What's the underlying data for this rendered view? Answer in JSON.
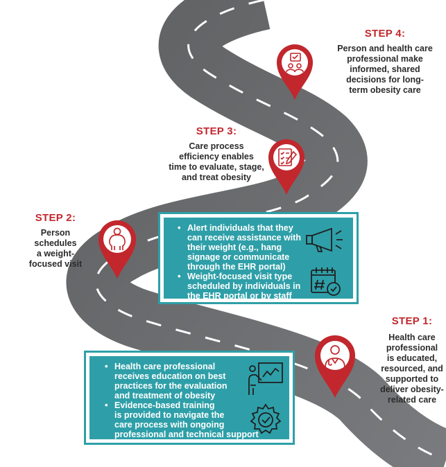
{
  "steps": [
    {
      "title": "STEP 1:",
      "text": [
        "Health care",
        "professional",
        "is educated,",
        "resourced, and",
        "supported to",
        "deliver obesity-",
        "related care"
      ],
      "icon": "doctor-icon"
    },
    {
      "title": "STEP 2:",
      "text": [
        "Person",
        "schedules",
        "a weight-",
        "focused visit"
      ],
      "icon": "person-icon"
    },
    {
      "title": "STEP 3:",
      "text": [
        "Care process",
        "efficiency enables",
        "time to evaluate, stage,",
        "and treat obesity"
      ],
      "icon": "checklist-icon"
    },
    {
      "title": "STEP 4:",
      "text": [
        "Person and health care",
        "professional make",
        "informed, shared",
        "decisions for long-",
        "term obesity care"
      ],
      "icon": "shared-decision-icon"
    }
  ],
  "box_upper": {
    "bullets": [
      [
        "Alert individuals that they",
        "can receive assistance with",
        "their weight (e.g., hang",
        "signage or communicate",
        "through the EHR portal)"
      ],
      [
        "Weight-focused visit type",
        "scheduled by individuals in",
        "the EHR portal or by staff"
      ]
    ],
    "icons": [
      "megaphone-icon",
      "calendar-check-icon"
    ]
  },
  "box_lower": {
    "bullets": [
      [
        "Health care professional",
        "receives education on best",
        "practices for the evaluation",
        "and treatment of obesity"
      ],
      [
        "Evidence-based training",
        "is provided to navigate the",
        "care process with ongoing",
        "professional and technical support"
      ]
    ],
    "icons": [
      "presentation-icon",
      "gear-check-icon"
    ]
  },
  "colors": {
    "accent": "#c1272d",
    "teal": "#2e9fa8",
    "road": "#6d6e71",
    "edge": "#ffffff"
  }
}
